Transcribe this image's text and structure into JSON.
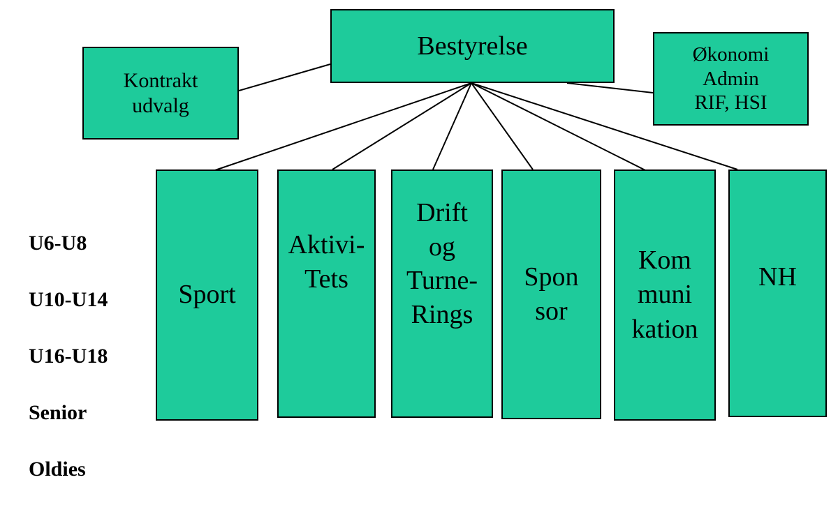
{
  "diagram": {
    "root": {
      "label": "Bestyrelse"
    },
    "left_box": {
      "label": "Kontrakt\nudvalg"
    },
    "right_box": {
      "label": "Økonomi\nAdmin\nRIF, HSI"
    },
    "departments": [
      {
        "label": "Sport"
      },
      {
        "label": "Aktivi-\nTets"
      },
      {
        "label": "Drift\nog\nTurne-\nRings"
      },
      {
        "label": "Spon\nsor"
      },
      {
        "label": "Kom\nmuni\nkation"
      },
      {
        "label": "NH"
      }
    ],
    "age_groups": [
      "U6-U8",
      "U10-U14",
      "U16-U18",
      "Senior",
      "Oldies"
    ]
  },
  "colors": {
    "box_fill": "#1ecb9b",
    "border": "#000000",
    "text": "#000000"
  }
}
